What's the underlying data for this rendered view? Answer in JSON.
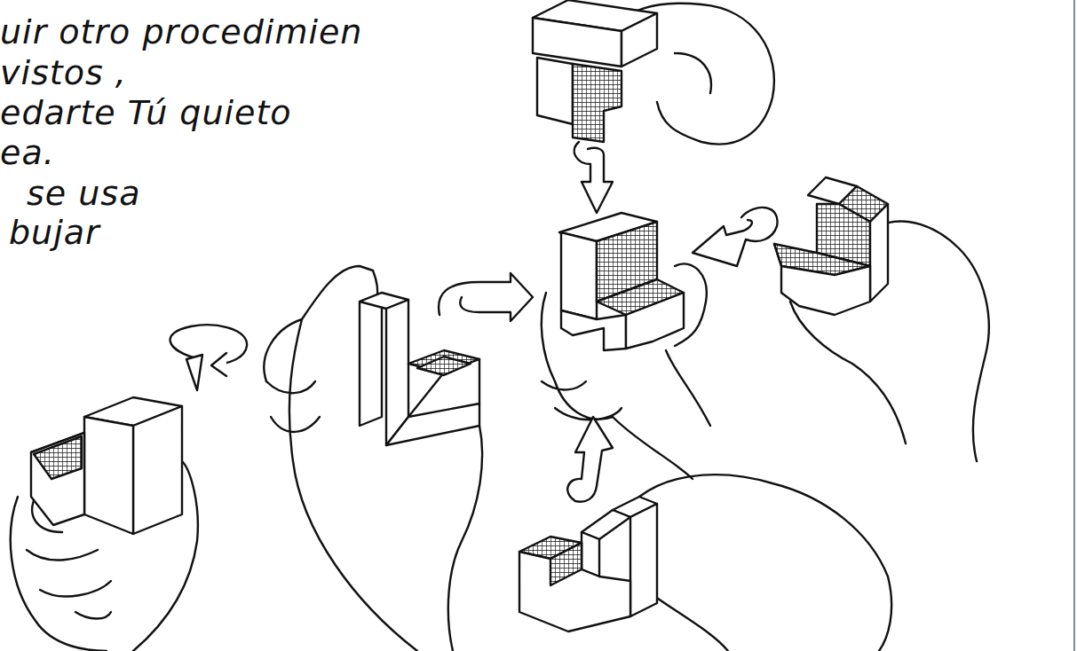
{
  "diagram": {
    "labels": [
      "uir otro procedimien",
      "vistos ,",
      "edarte Tú quieto",
      "ea.",
      "se usa",
      "bujar"
    ]
  }
}
